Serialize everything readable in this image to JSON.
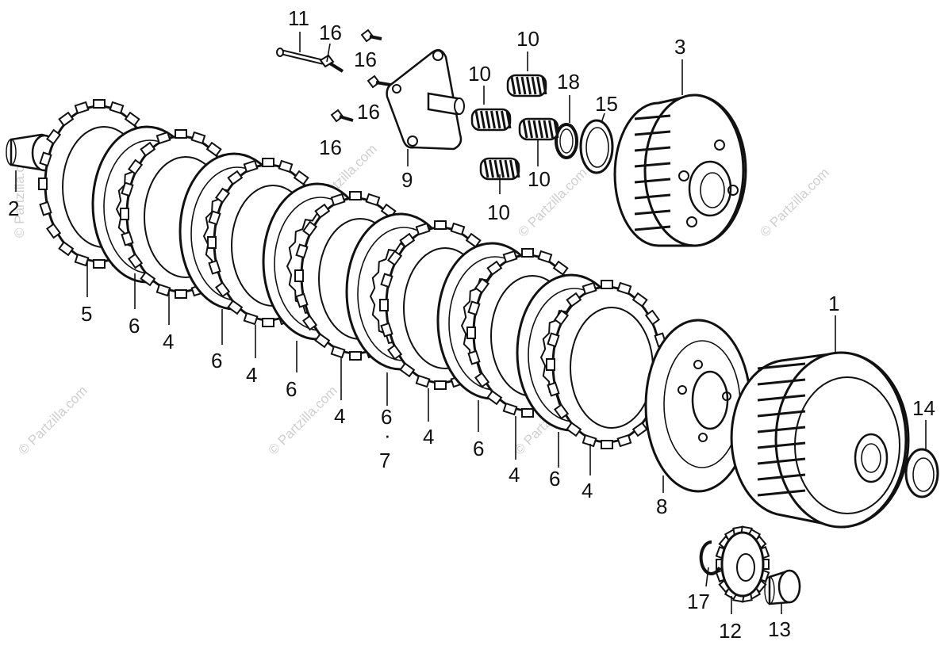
{
  "diagram": {
    "watermark": "© Partzilla.com",
    "labels": [
      {
        "id": "l11",
        "text": "11"
      },
      {
        "id": "l16a",
        "text": "16"
      },
      {
        "id": "l16b",
        "text": "16"
      },
      {
        "id": "l16c",
        "text": "16"
      },
      {
        "id": "l16d",
        "text": "16"
      },
      {
        "id": "l10a",
        "text": "10"
      },
      {
        "id": "l10b",
        "text": "10"
      },
      {
        "id": "l10c",
        "text": "10"
      },
      {
        "id": "l10d",
        "text": "10"
      },
      {
        "id": "l18",
        "text": "18"
      },
      {
        "id": "l15",
        "text": "15"
      },
      {
        "id": "l3",
        "text": "3"
      },
      {
        "id": "l9",
        "text": "9"
      },
      {
        "id": "l2",
        "text": "2"
      },
      {
        "id": "l5",
        "text": "5"
      },
      {
        "id": "l6a",
        "text": "6"
      },
      {
        "id": "l4a",
        "text": "4"
      },
      {
        "id": "l6b",
        "text": "6"
      },
      {
        "id": "l4b",
        "text": "4"
      },
      {
        "id": "l6c",
        "text": "6"
      },
      {
        "id": "l4c",
        "text": "4"
      },
      {
        "id": "l6d",
        "text": "6"
      },
      {
        "id": "ldot",
        "text": "·"
      },
      {
        "id": "l7",
        "text": "7"
      },
      {
        "id": "l4d",
        "text": "4"
      },
      {
        "id": "l6e",
        "text": "6"
      },
      {
        "id": "l4e",
        "text": "4"
      },
      {
        "id": "l6f",
        "text": "6"
      },
      {
        "id": "l4f",
        "text": "4"
      },
      {
        "id": "l8",
        "text": "8"
      },
      {
        "id": "l1",
        "text": "1"
      },
      {
        "id": "l14",
        "text": "14"
      },
      {
        "id": "l17",
        "text": "17"
      },
      {
        "id": "l12",
        "text": "12"
      },
      {
        "id": "l13",
        "text": "13"
      }
    ]
  }
}
